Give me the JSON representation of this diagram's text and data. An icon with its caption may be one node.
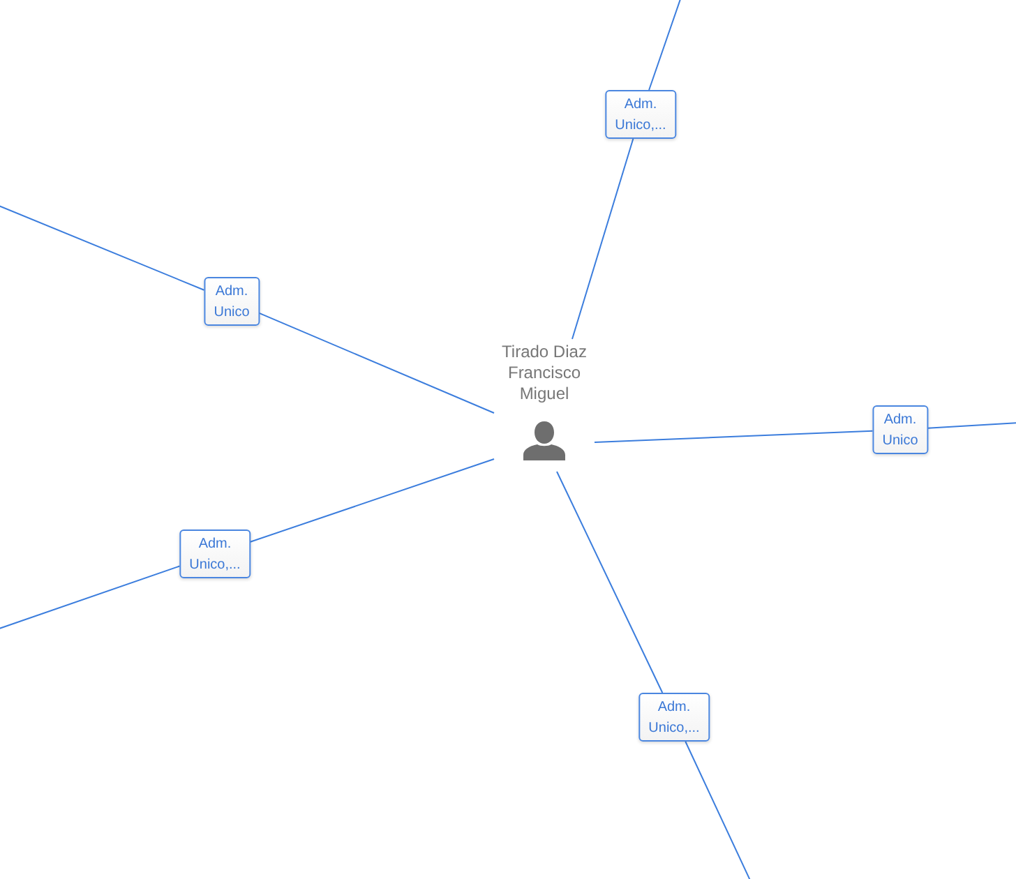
{
  "diagram": {
    "nodes": [
      {
        "text": [
          "Adm. Unico,..."
        ]
      },
      {
        "text": [
          "Adm. Unico"
        ]
      },
      {
        "text": [
          "Tirado Diaz Francisco Miguel"
        ]
      },
      {
        "text": [
          "Adm. Unico"
        ]
      },
      {
        "text": [
          "Adm. Unico,..."
        ]
      },
      {
        "text": [
          "Adm. Unico,..."
        ]
      }
    ],
    "edges": [
      {
        "from": 2,
        "to": 0,
        "arrow": "none"
      },
      {
        "from": 0,
        "to": null,
        "arrow": "none"
      },
      {
        "from": 2,
        "to": 1,
        "arrow": "none"
      },
      {
        "from": 1,
        "to": null,
        "arrow": "none"
      },
      {
        "from": 2,
        "to": 3,
        "arrow": "none"
      },
      {
        "from": 3,
        "to": null,
        "arrow": "none"
      },
      {
        "from": 2,
        "to": 4,
        "arrow": "none"
      },
      {
        "from": 4,
        "to": null,
        "arrow": "none"
      },
      {
        "from": 2,
        "to": 5,
        "arrow": "none"
      },
      {
        "from": 5,
        "to": null,
        "arrow": "none"
      }
    ]
  }
}
